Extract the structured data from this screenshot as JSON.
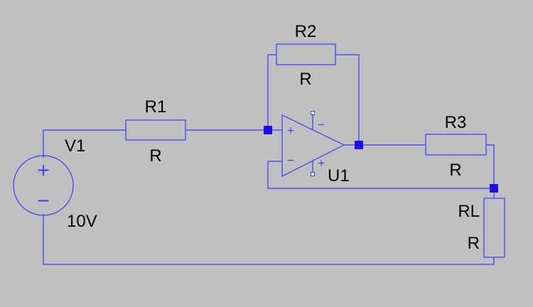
{
  "schematic": {
    "colors": {
      "background": "#c0c0c0",
      "wire": "#3a3aff",
      "node": "#1a10e6",
      "text": "#000000"
    },
    "components": {
      "v1": {
        "name": "V1",
        "value": "10V"
      },
      "r1": {
        "name": "R1",
        "value": "R"
      },
      "r2": {
        "name": "R2",
        "value": "R"
      },
      "r3": {
        "name": "R3",
        "value": "R"
      },
      "rl": {
        "name": "RL",
        "value": "R"
      },
      "u1": {
        "name": "U1"
      }
    },
    "symbols": {
      "plus": "+",
      "minus": "−"
    }
  }
}
